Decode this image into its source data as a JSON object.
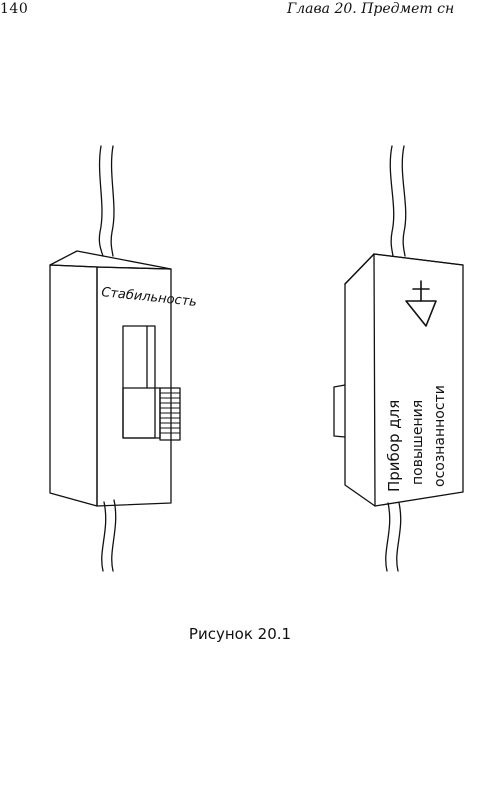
{
  "header": {
    "page_number": "140",
    "running_title": "Глава 20. Предмет сн"
  },
  "figure": {
    "left_device_label": "Стабильность",
    "right_device_label_lines": [
      "Прибор для",
      "повышения",
      "осознанности"
    ],
    "caption": "Рисунок 20.1"
  }
}
